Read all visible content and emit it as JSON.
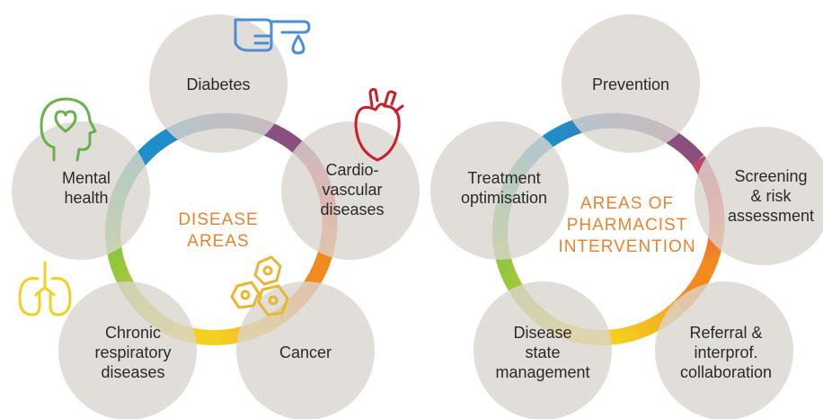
{
  "colors": {
    "bubble": "#d9d5ce",
    "accent": "#e8842e",
    "text": "#2a2a2a"
  },
  "left_diagram": {
    "center": [
      "DISEASE",
      "AREAS"
    ],
    "nodes": [
      {
        "id": "diabetes",
        "lines": [
          "Diabetes"
        ],
        "icon": "hand-drop-icon",
        "icon_color": "#4a8fd6"
      },
      {
        "id": "cardio",
        "lines": [
          "Cardio-",
          "vascular",
          "diseases"
        ],
        "icon": "heart-icon",
        "icon_color": "#c8202a"
      },
      {
        "id": "cancer",
        "lines": [
          "Cancer"
        ],
        "icon": "cells-icon",
        "icon_color": "#e8b630"
      },
      {
        "id": "respiratory",
        "lines": [
          "Chronic",
          "respiratory",
          "diseases"
        ],
        "icon": "lungs-icon",
        "icon_color": "#f0d020"
      },
      {
        "id": "mental",
        "lines": [
          "Mental",
          "health"
        ],
        "icon": "head-heart-icon",
        "icon_color": "#6ab04c"
      }
    ]
  },
  "right_diagram": {
    "center": [
      "AREAS OF",
      "PHARMACIST",
      "INTERVENTION"
    ],
    "nodes": [
      {
        "id": "prevention",
        "lines": [
          "Prevention"
        ]
      },
      {
        "id": "screening",
        "lines": [
          "Screening",
          "& risk",
          "assessment"
        ]
      },
      {
        "id": "referral",
        "lines": [
          "Referral &",
          "interprof.",
          "collaboration"
        ]
      },
      {
        "id": "disease-state",
        "lines": [
          "Disease",
          "state",
          "management"
        ]
      },
      {
        "id": "treatment",
        "lines": [
          "Treatment",
          "optimisation"
        ]
      }
    ]
  }
}
